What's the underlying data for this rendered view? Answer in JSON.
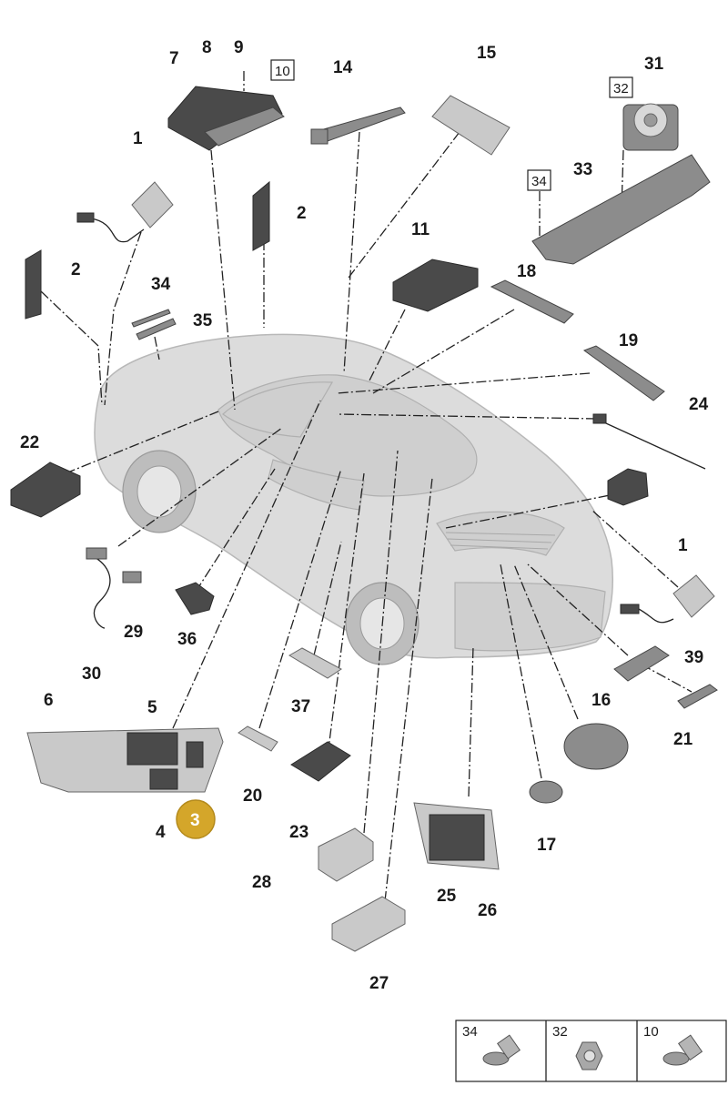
{
  "callouts": {
    "n1a": "1",
    "n1b": "1",
    "n2a": "2",
    "n2b": "2",
    "n3": "3",
    "n4": "4",
    "n5": "5",
    "n6": "6",
    "n7": "7",
    "n8": "8",
    "n9": "9",
    "n10": "10",
    "n11": "11",
    "n14": "14",
    "n15": "15",
    "n16": "16",
    "n17": "17",
    "n18": "18",
    "n19": "19",
    "n20": "20",
    "n21": "21",
    "n22": "22",
    "n23": "23",
    "n24": "24",
    "n25": "25",
    "n26": "26",
    "n27": "27",
    "n28": "28",
    "n29": "29",
    "n30": "30",
    "n31": "31",
    "n32": "32",
    "n33": "33",
    "n34a": "34",
    "n34b": "34",
    "n35": "35",
    "n36": "36",
    "n37": "37",
    "n39": "39"
  },
  "legend": {
    "items": [
      {
        "label": "34",
        "icon": "flange-screw-icon"
      },
      {
        "label": "32",
        "icon": "hex-nut-icon"
      },
      {
        "label": "10",
        "icon": "flange-screw-icon"
      }
    ]
  },
  "highlight": {
    "color": "#d4a62a",
    "part": "3"
  }
}
